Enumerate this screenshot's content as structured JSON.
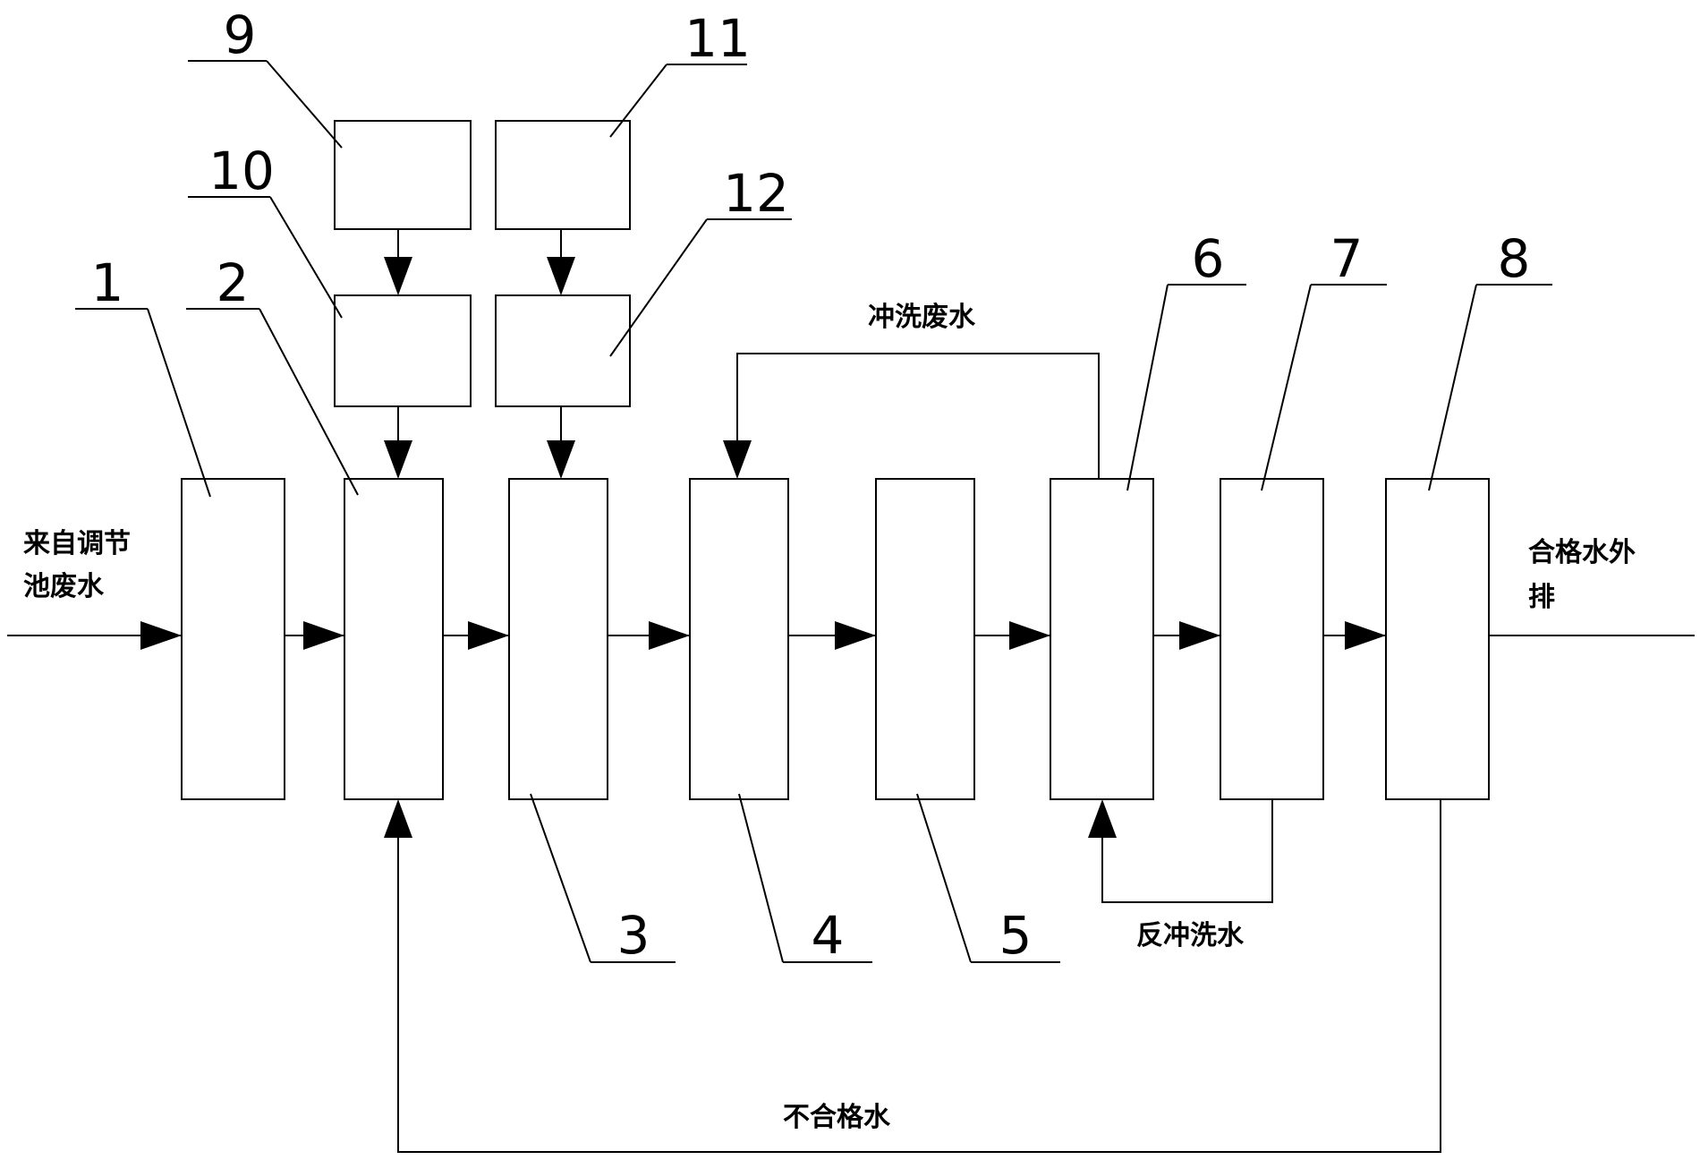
{
  "diagram": {
    "units": [
      {
        "id": "1",
        "number": "1"
      },
      {
        "id": "2",
        "number": "2"
      },
      {
        "id": "3",
        "number": "3"
      },
      {
        "id": "4",
        "number": "4"
      },
      {
        "id": "5",
        "number": "5"
      },
      {
        "id": "6",
        "number": "6"
      },
      {
        "id": "7",
        "number": "7"
      },
      {
        "id": "8",
        "number": "8"
      },
      {
        "id": "9",
        "number": "9"
      },
      {
        "id": "10",
        "number": "10"
      },
      {
        "id": "11",
        "number": "11"
      },
      {
        "id": "12",
        "number": "12"
      }
    ],
    "labels": {
      "inlet_line1": "来自调节",
      "inlet_line2": "池废水",
      "outlet_line1": "合格水外",
      "outlet_line2": "排",
      "flush_wastewater": "冲洗废水",
      "backwash_water": "反冲洗水",
      "unqualified_water": "不合格水"
    }
  }
}
